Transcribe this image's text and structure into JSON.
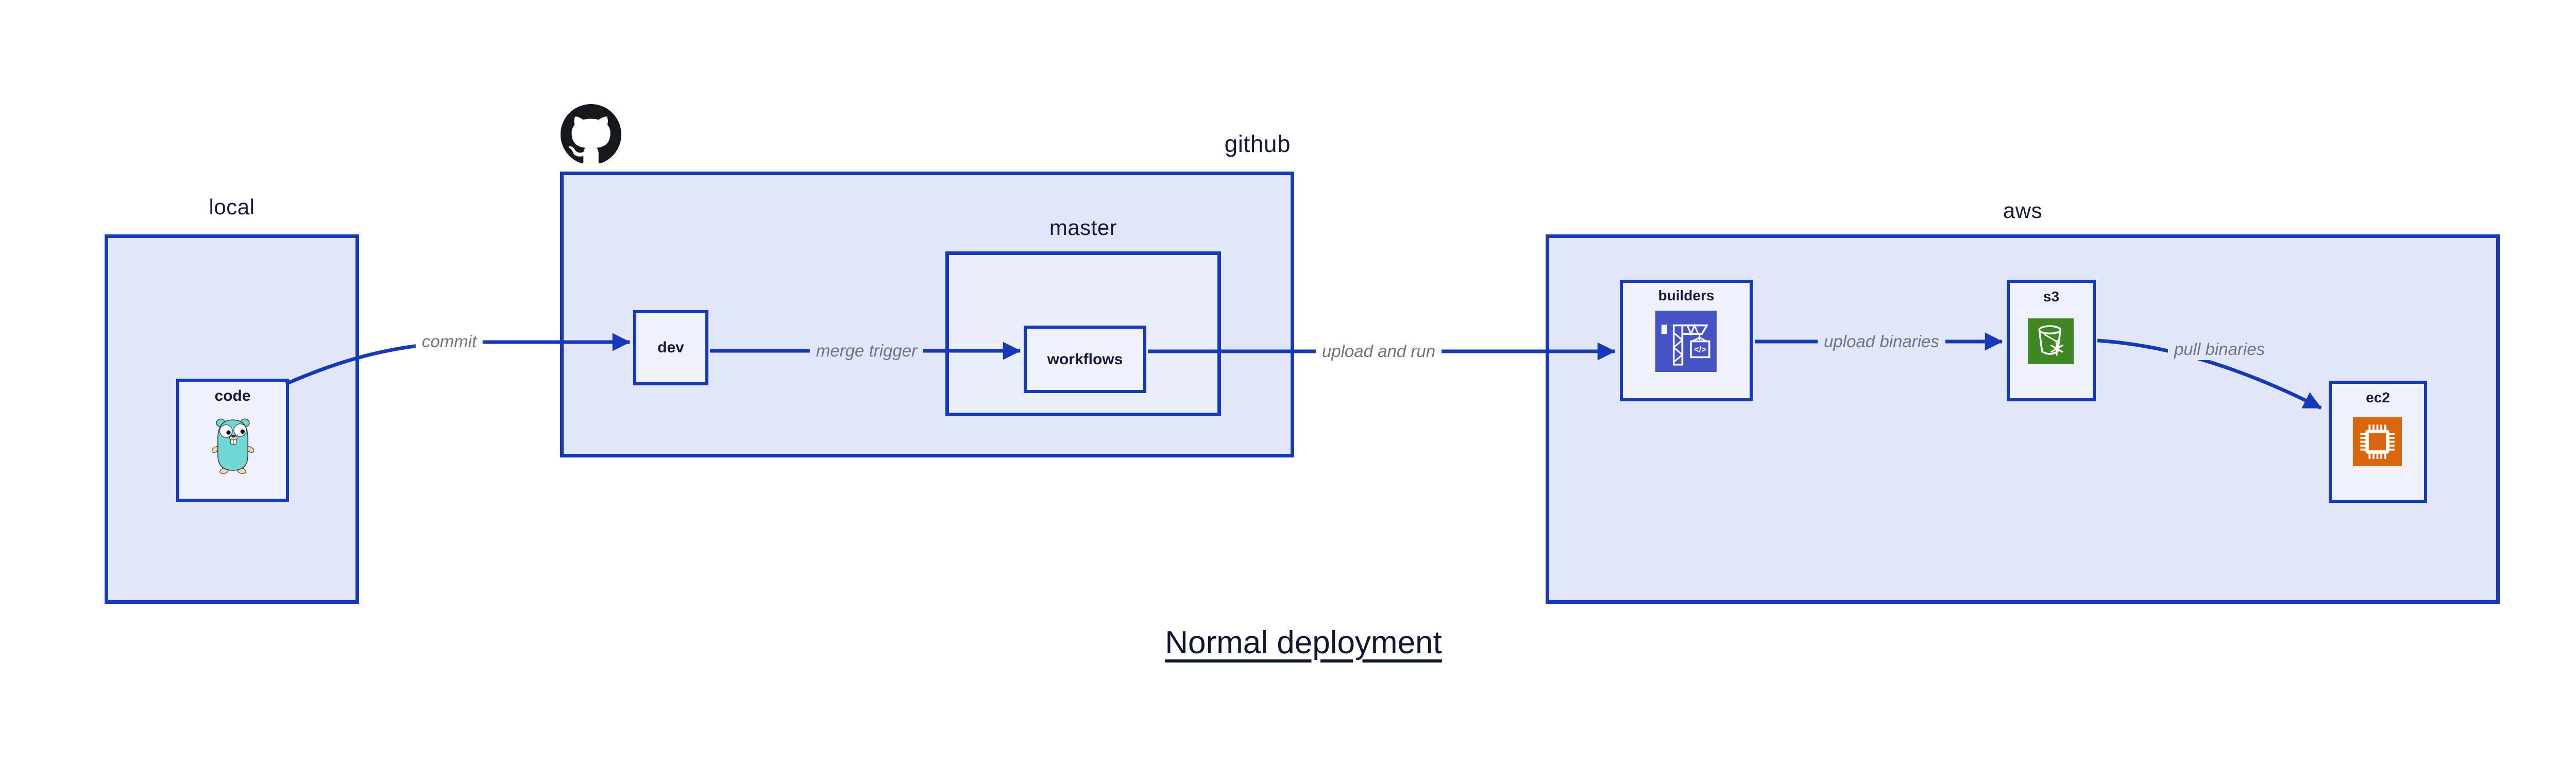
{
  "title": "Normal deployment",
  "containers": {
    "local": {
      "label": "local"
    },
    "github": {
      "label": "github"
    },
    "master": {
      "label": "master"
    },
    "aws": {
      "label": "aws"
    }
  },
  "nodes": {
    "code": {
      "label": "code",
      "icon": "go-gopher"
    },
    "dev": {
      "label": "dev"
    },
    "workflows": {
      "label": "workflows"
    },
    "builders": {
      "label": "builders",
      "icon": "aws-codebuild",
      "icon_glyph": "</>"
    },
    "s3": {
      "label": "s3",
      "icon": "aws-s3-glacier"
    },
    "ec2": {
      "label": "ec2",
      "icon": "aws-ec2"
    }
  },
  "edges": [
    {
      "label": "commit",
      "from": "code",
      "to": "dev"
    },
    {
      "label": "merge trigger",
      "from": "dev",
      "to": "workflows"
    },
    {
      "label": "upload and run",
      "from": "workflows",
      "to": "builders"
    },
    {
      "label": "upload binaries",
      "from": "builders",
      "to": "s3"
    },
    {
      "label": "pull binaries",
      "from": "s3",
      "to": "ec2"
    }
  ],
  "colors": {
    "line_blue": "#1639b8",
    "container_fill": "#e1e7f8",
    "inner_fill": "#ebeffb",
    "node_fill": "#eff2fc",
    "navy_text": "#131c3d",
    "edge_label_gray": "#6e7580",
    "codebuild_purple": "#4553c4",
    "s3_green": "#3f8624",
    "ec2_orange": "#d9670f",
    "gopher_teal": "#70d7d4",
    "octocat_black": "#15181d"
  }
}
